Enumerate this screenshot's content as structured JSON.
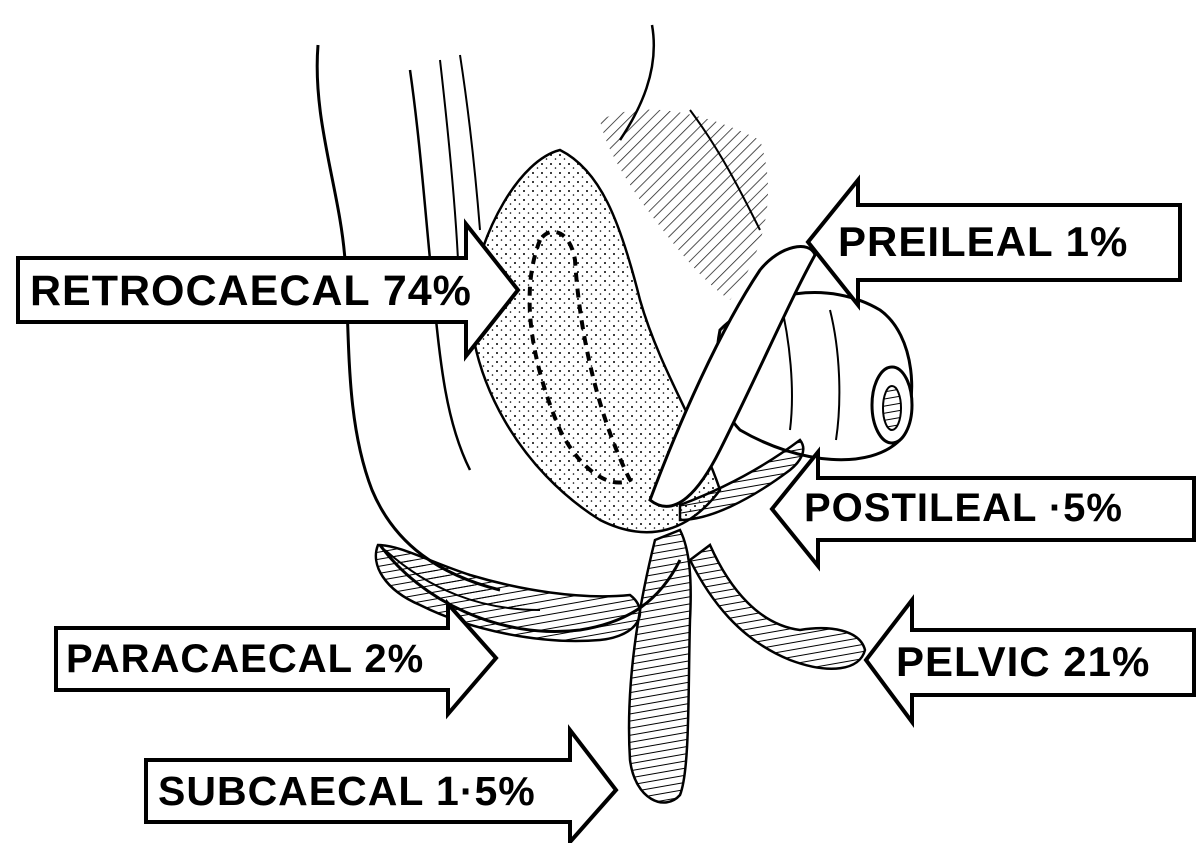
{
  "labels": {
    "retrocaecal": "RETROCAECAL 74%",
    "preileal": "PREILEAL 1%",
    "postileal": "POSTILEAL ·5%",
    "paracaecal": "PARACAECAL 2%",
    "pelvic": "PELVIC 21%",
    "subcaecal": "SUBCAECAL 1·5%"
  }
}
